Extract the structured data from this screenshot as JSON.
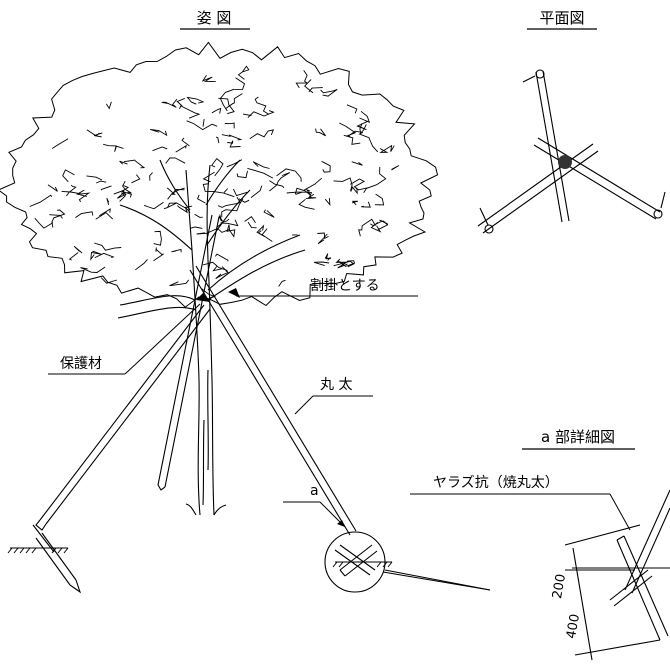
{
  "views": {
    "elevation": {
      "title": "姿 図"
    },
    "plan": {
      "title": "平面図"
    },
    "detail": {
      "title": "a 部詳細図"
    }
  },
  "labels": {
    "split_hang": "割掛とする",
    "protector": "保護材",
    "log": "丸 太",
    "detail_marker": "a",
    "stake": "ヤラズ抗（焼丸太）"
  },
  "dimensions": {
    "d1": "200",
    "d2": "400"
  }
}
